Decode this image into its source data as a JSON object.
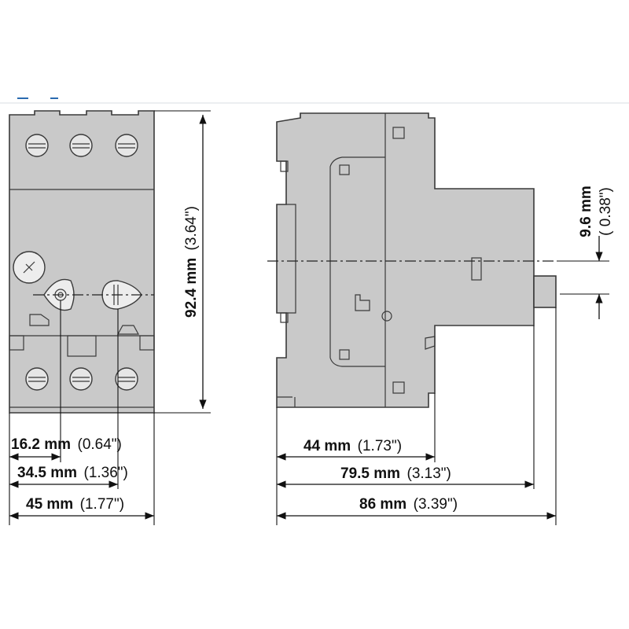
{
  "dimensions": {
    "front_height": {
      "value": "92.4 mm",
      "inch": "(3.64\")"
    },
    "knob_offset": {
      "value": "16.2 mm",
      "inch": "(0.64\")"
    },
    "aux_offset": {
      "value": "34.5 mm",
      "inch": "(1.36\")"
    },
    "front_width": {
      "value": "45 mm",
      "inch": "(1.77\")"
    },
    "side_rail": {
      "value": "44 mm",
      "inch": "(1.73\")"
    },
    "side_body": {
      "value": "79.5 mm",
      "inch": "(3.13\")"
    },
    "side_total": {
      "value": "86 mm",
      "inch": "(3.39\")"
    },
    "shaft_offset": {
      "value": "9.6 mm",
      "inch": "( 0.38\")"
    }
  },
  "colors": {
    "body": "#c9c9c9",
    "line": "#3a3a3a",
    "dimension": "#111111",
    "accent": "#2a6bb0"
  }
}
